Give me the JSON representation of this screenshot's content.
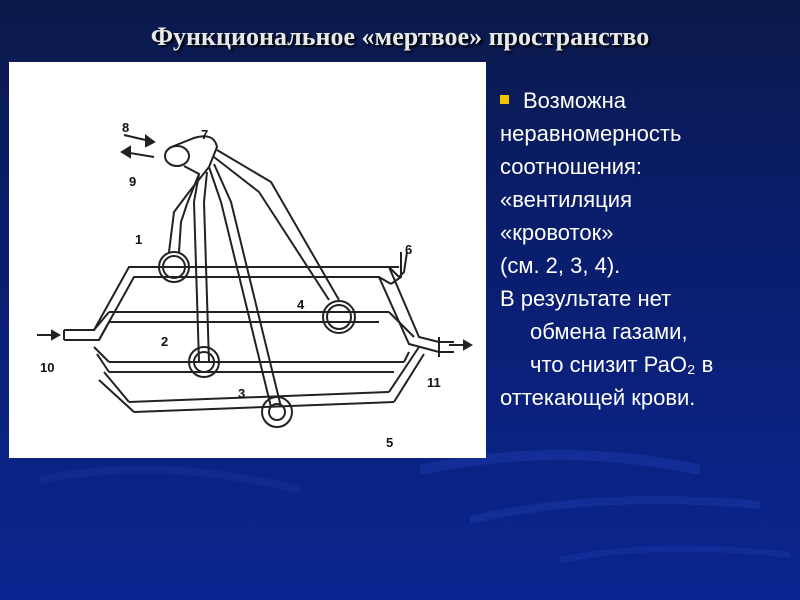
{
  "slide": {
    "title": "Функциональное «мертвое» пространство"
  },
  "diagram": {
    "labels": {
      "n1": "1",
      "n2": "2",
      "n3": "3",
      "n4": "4",
      "n5": "5",
      "n6": "6",
      "n7": "7",
      "n8": "8",
      "n9": "9",
      "n10": "10",
      "n11": "11"
    }
  },
  "text_block": {
    "lines": [
      "Возможна",
      "неравномерность",
      "соотношения:",
      "«вентиляция",
      "«кровоток»",
      "(см. 2, 3, 4).",
      "В результате нет",
      "обмена газами,",
      "что снизит РаО₂ в",
      "оттекающей крови."
    ]
  },
  "colors": {
    "background": "#0a1d6a",
    "title_text": "#e8e8e8",
    "body_text": "#ffffff",
    "bullet_marker": "#f2c200",
    "diagram_background": "#ffffff"
  }
}
